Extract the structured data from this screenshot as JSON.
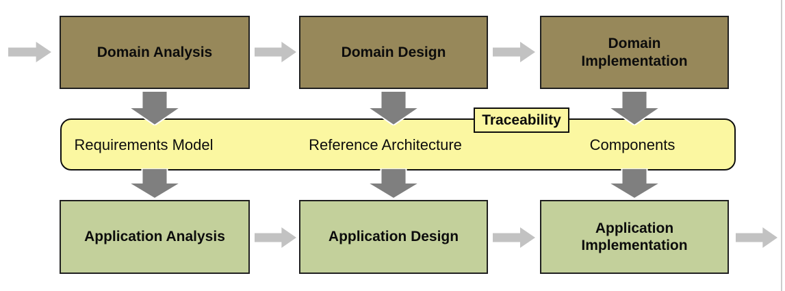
{
  "diagram": {
    "domain_row": {
      "boxes": [
        {
          "label": "Domain Analysis"
        },
        {
          "label": "Domain Design"
        },
        {
          "label": "Domain\nImplementation"
        }
      ]
    },
    "artifact_band": {
      "traceability_label": "Traceability",
      "items": [
        {
          "label": "Requirements Model"
        },
        {
          "label": "Reference Architecture"
        },
        {
          "label": "Components"
        }
      ]
    },
    "application_row": {
      "boxes": [
        {
          "label": "Application Analysis"
        },
        {
          "label": "Application Design"
        },
        {
          "label": "Application\nImplementation"
        }
      ]
    },
    "colors": {
      "domain-box": "#97885a",
      "application-box": "#c3d09b",
      "band": "#fbf7a1",
      "box-border": "#1f1f1f",
      "light-arrow": "#c2c2c2",
      "dark-arrow": "#7f7f7f",
      "page-border": "#cccccc"
    }
  }
}
